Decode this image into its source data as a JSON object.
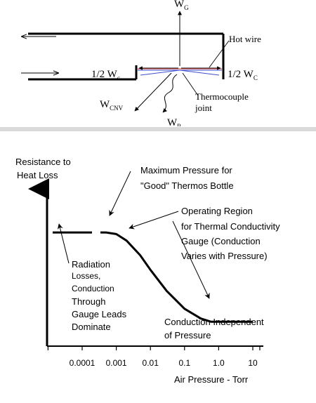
{
  "heater_diagram": {
    "label_wg_main": "W",
    "label_wg_sub": "G",
    "label_hot_wire": "Hot wire",
    "label_half_wc_left": "1/2 W",
    "label_half_wc_left_sub": "c",
    "label_half_wc_right": "1/2 W",
    "label_half_wc_right_sub": "C",
    "label_wcnv_main": "W",
    "label_wcnv_sub": "CNV",
    "label_thermocouple_line1": "Thermocouple",
    "label_thermocouple_line2": "joint",
    "label_wr_main": "W",
    "label_wr_sub": "R"
  },
  "chart_data": {
    "type": "line",
    "title": "",
    "ylabel_line1": "Resistance to",
    "ylabel_line2": "Heat Loss",
    "xlabel": "Air Pressure - Torr",
    "x_scale": "log",
    "x_ticks": [
      "0.0001",
      "0.001",
      "0.01",
      "0.1",
      "1.0",
      "10"
    ],
    "y_ticks": [],
    "grid": false,
    "curve_points": [
      {
        "x": 1e-05,
        "y": 0.7
      },
      {
        "x": 0.0005,
        "y": 0.7
      },
      {
        "x": 0.001,
        "y": 0.69
      },
      {
        "x": 0.002,
        "y": 0.65
      },
      {
        "x": 0.005,
        "y": 0.56
      },
      {
        "x": 0.01,
        "y": 0.47
      },
      {
        "x": 0.03,
        "y": 0.34
      },
      {
        "x": 0.1,
        "y": 0.23
      },
      {
        "x": 0.3,
        "y": 0.17
      },
      {
        "x": 0.6,
        "y": 0.15
      },
      {
        "x": 1.0,
        "y": 0.15
      },
      {
        "x": 10,
        "y": 0.15
      }
    ],
    "annotations": {
      "max_pressure_line1": "Maximum Pressure for",
      "max_pressure_line2": "\"Good\" Thermos Bottle",
      "operating_line1": "Operating Region",
      "operating_line2": "for Thermal Conductivity",
      "operating_line3": "Gauge (Conduction",
      "operating_line4": "Varies with Pressure)",
      "radiation_line1": "Radiation",
      "radiation_line2": "Losses,",
      "radiation_line3": "Conduction",
      "radiation_line4": "Through",
      "radiation_line5": "Gauge Leads",
      "radiation_line6": "Dominate",
      "conduction_line1": "Conduction Independent",
      "conduction_line2": "of Pressure"
    }
  }
}
